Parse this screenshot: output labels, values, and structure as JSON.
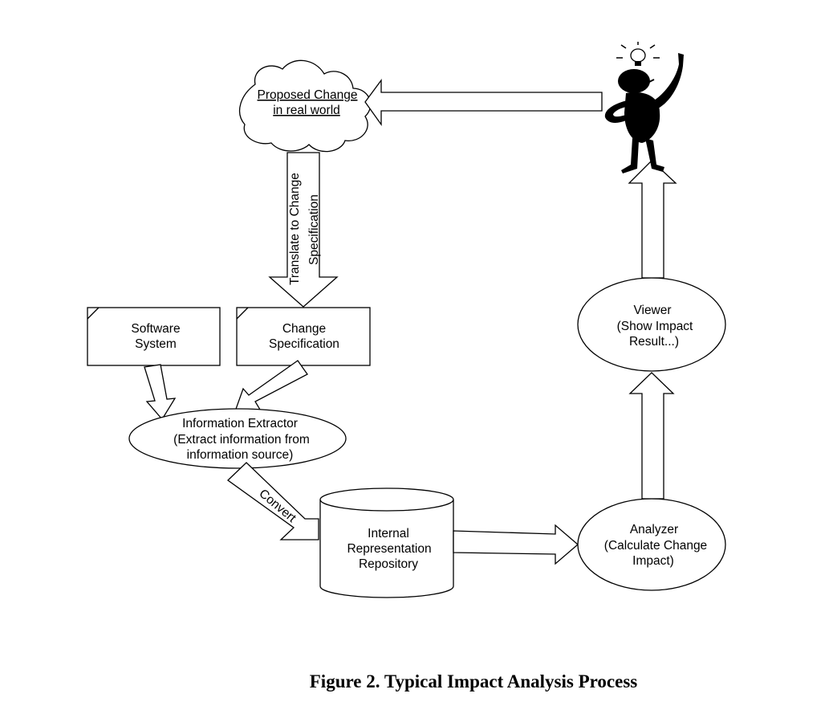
{
  "caption": "Figure 2. Typical Impact Analysis Process",
  "nodes": {
    "proposed_change": [
      "Proposed Change",
      "in real world"
    ],
    "software_system": [
      "Software",
      "System"
    ],
    "change_specification": [
      "Change",
      "Specification"
    ],
    "information_extractor": [
      "Information Extractor",
      "(Extract information from",
      "information source)"
    ],
    "repository": [
      "Internal",
      "Representation",
      "Repository"
    ],
    "analyzer": [
      "Analyzer",
      "(Calculate Change",
      "Impact)"
    ],
    "viewer": [
      "Viewer",
      "(Show Impact",
      "Result...)"
    ]
  },
  "edges": {
    "translate": [
      "Translate to Change",
      "Specification"
    ],
    "convert": "Convert"
  },
  "icons": {
    "stakeholder": "person-with-lightbulb-icon"
  }
}
